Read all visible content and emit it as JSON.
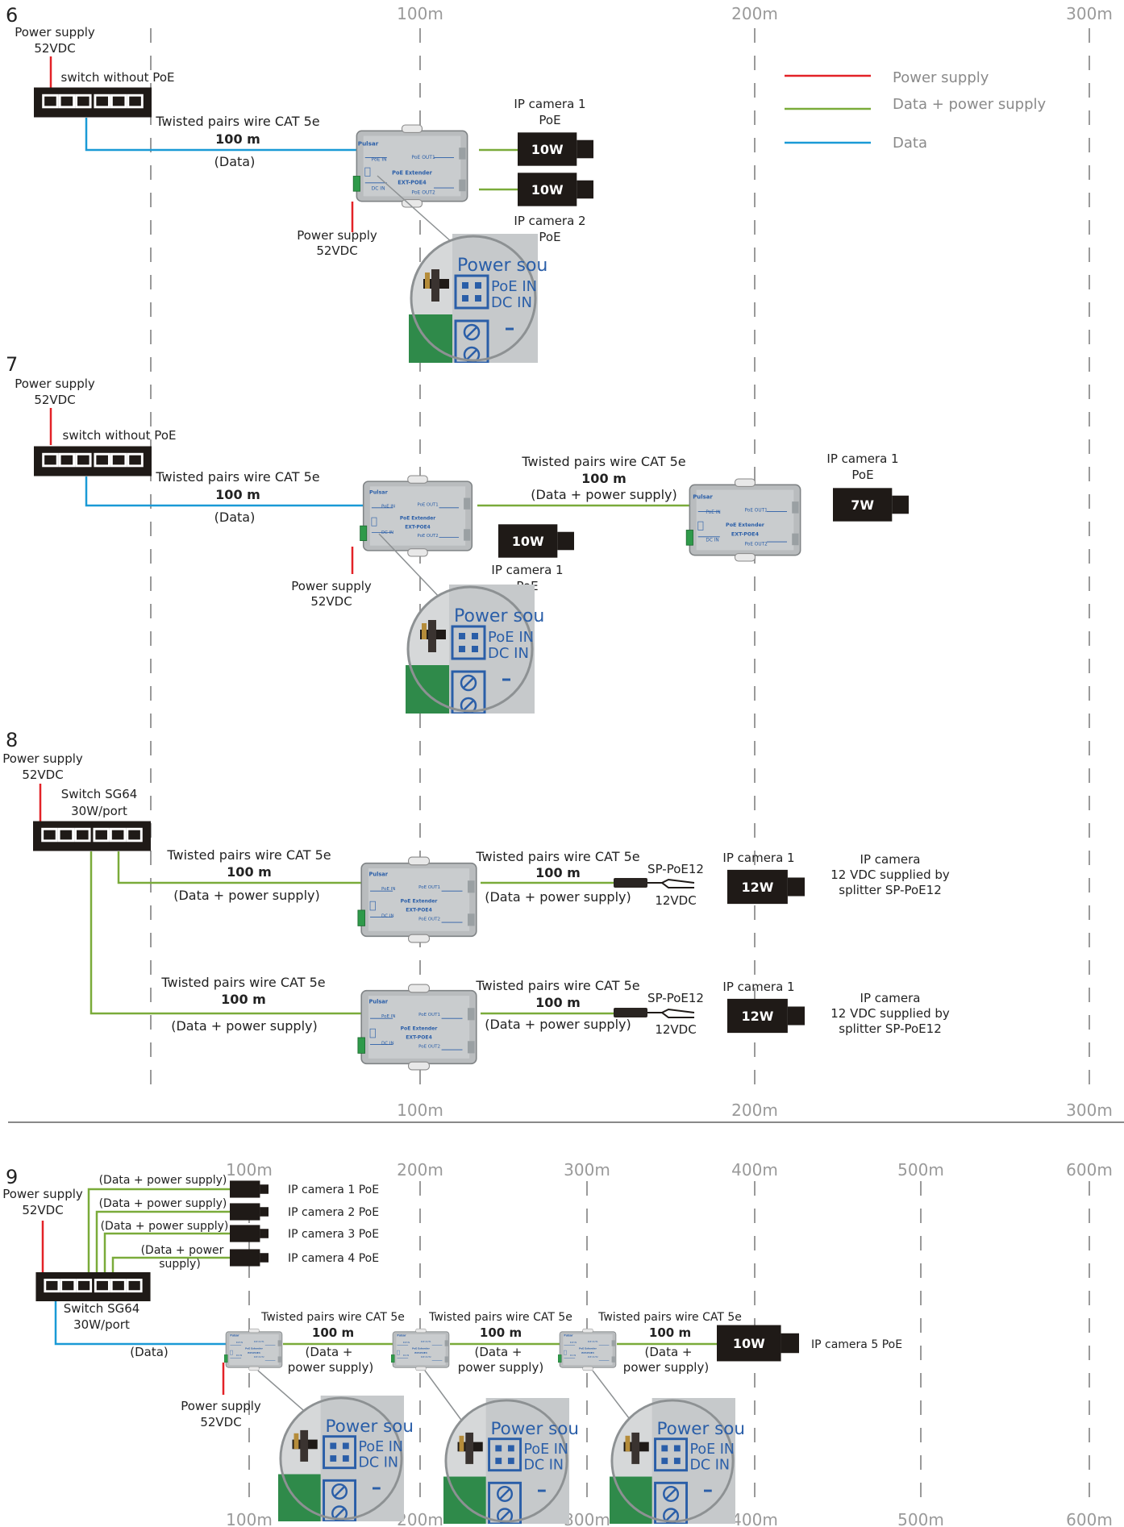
{
  "colors": {
    "power": "#e32227",
    "data_power": "#7aab3a",
    "data": "#1a9ad6",
    "grid": "#9a9a9a",
    "device": "#1f1a17"
  },
  "legend": {
    "power": "Power supply",
    "data_power": "Data + power supply",
    "data": "Data"
  },
  "scale_top": {
    "m100": "100m",
    "m200": "200m",
    "m300": "300m"
  },
  "scale_9": {
    "m100": "100m",
    "m200": "200m",
    "m300": "300m",
    "m400": "400m",
    "m500": "500m",
    "m600": "600m"
  },
  "common": {
    "ps_line1": "Power supply",
    "ps_line2": "52VDC",
    "cat5e": "Twisted pairs wire CAT 5e",
    "m100": "100 m",
    "data_paren": "(Data)",
    "dps_paren": "(Data + power supply)",
    "inset_title": "Power sou",
    "inset_poe": "PoE IN",
    "inset_dc": "DC IN",
    "ext_brand": "Pulsar",
    "ext_title": "PoE Extender",
    "ext_model": "EXT-POE4",
    "ext_poe_in": "PoE IN",
    "ext_dc_in": "DC IN",
    "ext_out1": "PoE OUT1",
    "ext_out2": "PoE OUT2",
    "sw_nopoe": "switch without PoE",
    "poe": "PoE",
    "w10": "10W",
    "w7": "7W",
    "w12": "12W"
  },
  "s6": {
    "num": "6",
    "cam1": "IP camera 1",
    "cam2": "IP camera 2"
  },
  "s7": {
    "num": "7",
    "cam1": "IP camera 1"
  },
  "s8": {
    "num": "8",
    "switch1": "Switch SG64",
    "switch2": "30W/port",
    "splitter": "SP-PoE12",
    "vdc12": "12VDC",
    "cam1": "IP camera 1",
    "cam_note1": "IP camera",
    "cam_note2": "12 VDC supplied by",
    "cam_note3": "splitter SP-PoE12"
  },
  "s9": {
    "num": "9",
    "switch1": "Switch SG64",
    "switch2": "30W/port",
    "dps_a": "(Data + power",
    "dps_b": "supply)",
    "dps_c": "(Data +",
    "dps_d": "power supply)",
    "cam1": "IP camera 1 PoE",
    "cam2": "IP camera 2 PoE",
    "cam3": "IP camera 3 PoE",
    "cam4": "IP camera 4 PoE",
    "cam5": "IP camera 5 PoE"
  }
}
